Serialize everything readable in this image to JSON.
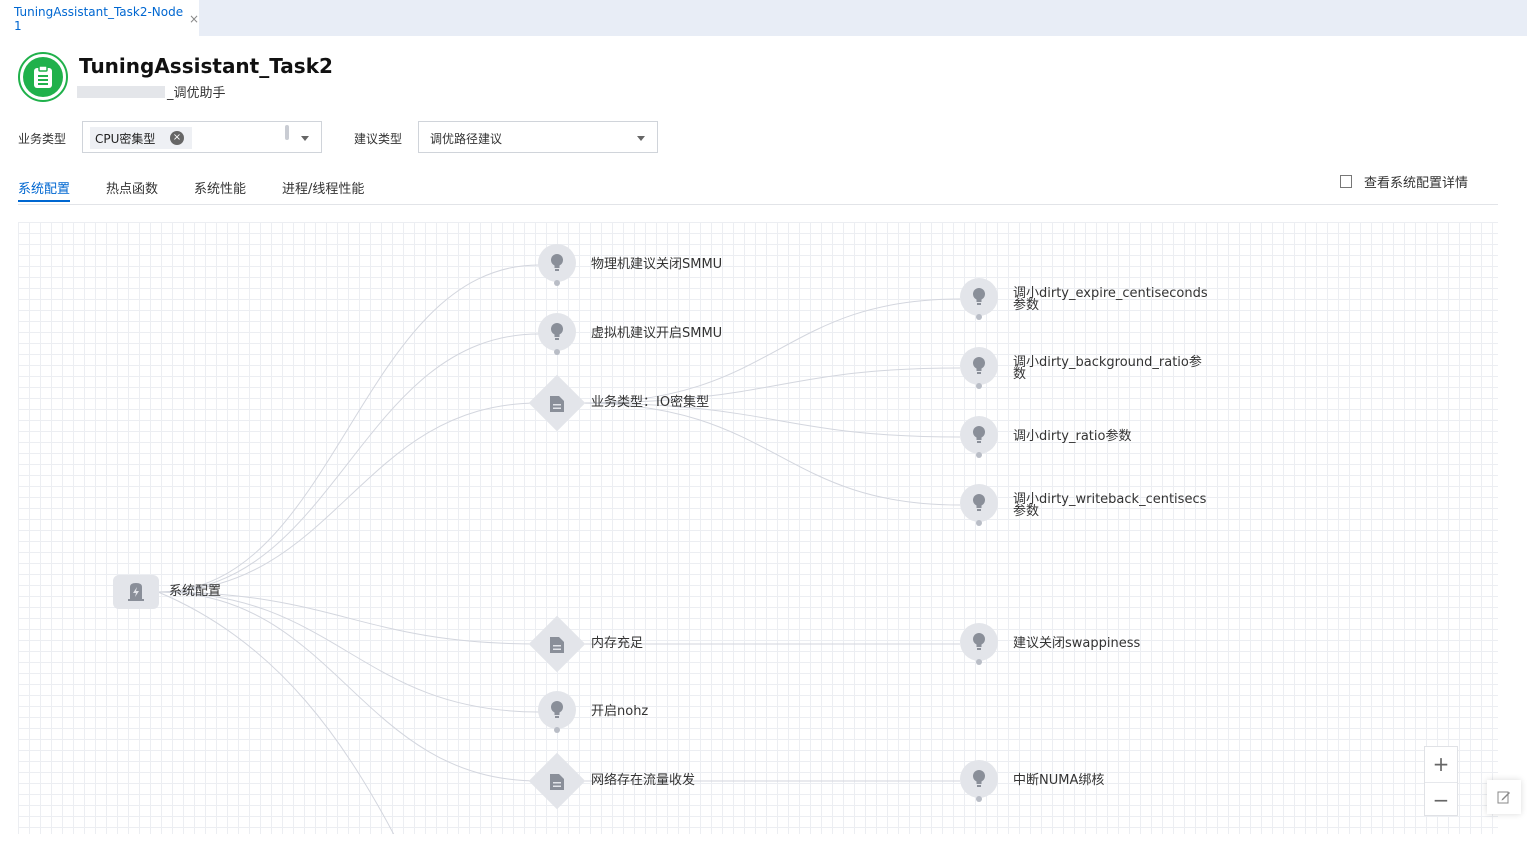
{
  "tabs": [
    {
      "label": "TuningAssistant_Task2-Node 1",
      "close": "×"
    }
  ],
  "header": {
    "title": "TuningAssistant_Task2",
    "subtitle": "_调优助手"
  },
  "filters": {
    "business_type_label": "业务类型",
    "business_type_chip": "CPU密集型",
    "suggestion_type_label": "建议类型",
    "suggestion_type_value": "调优路径建议"
  },
  "nav": {
    "tabs": [
      "系统配置",
      "热点函数",
      "系统性能",
      "进程/线程性能"
    ],
    "active": "系统配置",
    "detail_link": "查看系统配置详情"
  },
  "graph": {
    "root": {
      "label": "系统配置",
      "icon": "config-icon"
    },
    "level1": [
      {
        "label": "物理机建议关闭SMMU",
        "kind": "suggestion",
        "icon": "lightbulb-icon"
      },
      {
        "label": "虚拟机建议开启SMMU",
        "kind": "suggestion",
        "icon": "lightbulb-icon"
      },
      {
        "label": "业务类型：IO密集型",
        "kind": "condition",
        "icon": "document-icon"
      },
      {
        "label": "内存充足",
        "kind": "condition",
        "icon": "document-icon"
      },
      {
        "label": "开启nohz",
        "kind": "suggestion",
        "icon": "lightbulb-icon"
      },
      {
        "label": "网络存在流量收发",
        "kind": "condition",
        "icon": "document-icon"
      }
    ],
    "level2": [
      {
        "label": "调小dirty_expire_centiseconds参数",
        "parent": "业务类型：IO密集型"
      },
      {
        "label": "调小dirty_background_ratio参数",
        "parent": "业务类型：IO密集型"
      },
      {
        "label": "调小dirty_ratio参数",
        "parent": "业务类型：IO密集型"
      },
      {
        "label": "调小dirty_writeback_centisecs参数",
        "parent": "业务类型：IO密集型"
      },
      {
        "label": "建议关闭swappiness",
        "parent": "内存充足"
      },
      {
        "label": "中断NUMA绑核",
        "parent": "网络存在流量收发"
      }
    ]
  },
  "controls": {
    "zoom_in": "+",
    "zoom_out": "−"
  },
  "colors": {
    "accent": "#0067d1",
    "app_icon": "#20b14b",
    "node_bg": "#e3e5ea",
    "node_icon": "#8a8f99"
  }
}
